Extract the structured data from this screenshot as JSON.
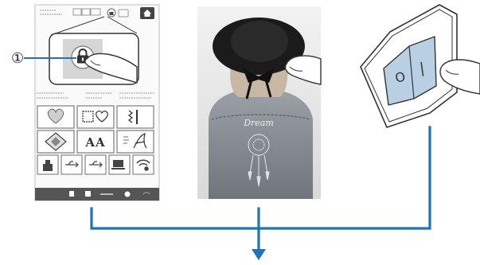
{
  "callout": {
    "label": "①"
  },
  "screen": {
    "home_icon": "home-icon",
    "lock_icon": "padlock-icon",
    "touch_gesture": "finger-touch-icon",
    "pattern_buttons": [
      {
        "name": "heart-ornament-pattern-button",
        "icon": "ornate-heart-icon"
      },
      {
        "name": "frame-pattern-button",
        "icon": "square-heart-frame-icon"
      },
      {
        "name": "utility-stitch-pattern-button",
        "icon": "stitch-pattern-icon"
      },
      {
        "name": "floral-diamond-pattern-button",
        "icon": "diamond-ornament-icon"
      },
      {
        "name": "alphabet-pattern-button",
        "text": "AA"
      },
      {
        "name": "script-lettering-button",
        "icon": "script-A-icon"
      }
    ],
    "function_buttons": [
      {
        "name": "machine-memory-button",
        "icon": "machine-icon"
      },
      {
        "name": "usb1-button",
        "icon": "usb-icon"
      },
      {
        "name": "usb2-button",
        "icon": "usb-icon"
      },
      {
        "name": "computer-button",
        "icon": "computer-icon"
      },
      {
        "name": "wireless-button",
        "icon": "wifi-icon"
      }
    ]
  },
  "photo": {
    "shirt_text": "Dream"
  },
  "switch": {
    "on_symbol": "|",
    "off_symbol": "O"
  },
  "colors": {
    "flow_arrow": "#1f73b7",
    "switch_rocker": "#b9cfe4",
    "screen_bar": "#555555"
  }
}
